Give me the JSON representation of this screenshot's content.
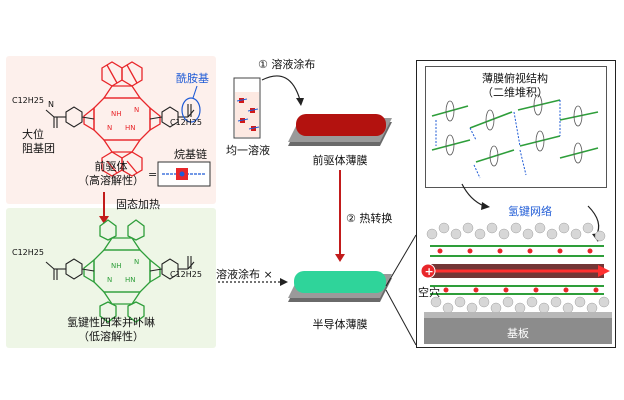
{
  "precursor": {
    "r_label": "C12H25",
    "nh_label": "N",
    "h_label": "H",
    "bulky_group_label": "大位\n阻基团",
    "amide_label": "酰胺基",
    "alkyl_chain_label": "烷基链",
    "name": "前驱体",
    "solubility": "（高溶解性）"
  },
  "product": {
    "name": "氢键性四苯并卟啉",
    "solubility": "（低溶解性）"
  },
  "steps": {
    "solid_heating": "固态加热",
    "step1": "① 溶液涂布",
    "step2": "② 热转换",
    "solution_coating_fail": "溶液涂布 ×"
  },
  "films": {
    "uniform_solution": "均一溶液",
    "precursor_film": "前驱体薄膜",
    "semiconductor_film": "半导体薄膜"
  },
  "structure": {
    "topview_title": "薄膜俯视结构",
    "topview_subtitle": "（二维堆积）",
    "hbond_network": "氢键网络",
    "hole": "空穴",
    "substrate": "基板"
  },
  "colors": {
    "precursor_red": "#e8262a",
    "product_green": "#2e9e3a",
    "hbond_blue": "#1f5bd6",
    "precursor_film": "#b3120f",
    "semiconductor_film": "#2fd49a",
    "substrate_gray": "#8c8c8c"
  }
}
